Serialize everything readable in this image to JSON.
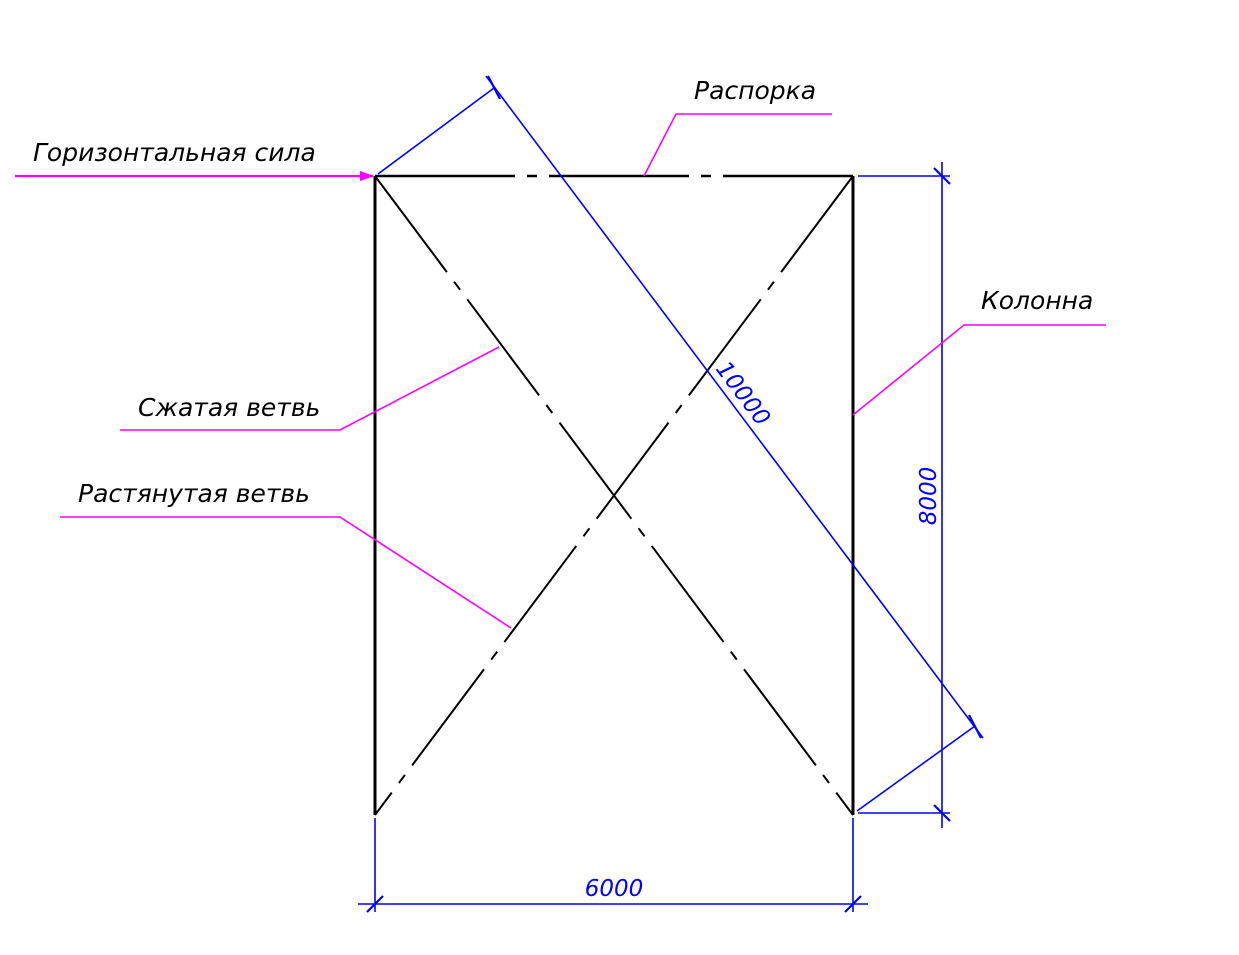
{
  "labels": {
    "horizontal_force": "Горизонтальная сила",
    "strut": "Распорка",
    "column": "Колонна",
    "compressed_branch": "Сжатая ветвь",
    "tension_branch": "Растянутая ветвь"
  },
  "dimensions": {
    "width": "6000",
    "height": "8000",
    "diagonal": "10000"
  },
  "colors": {
    "structure": "#000000",
    "dimension": "#0000ff",
    "leader": "#ff00ff",
    "text": "#000000"
  }
}
